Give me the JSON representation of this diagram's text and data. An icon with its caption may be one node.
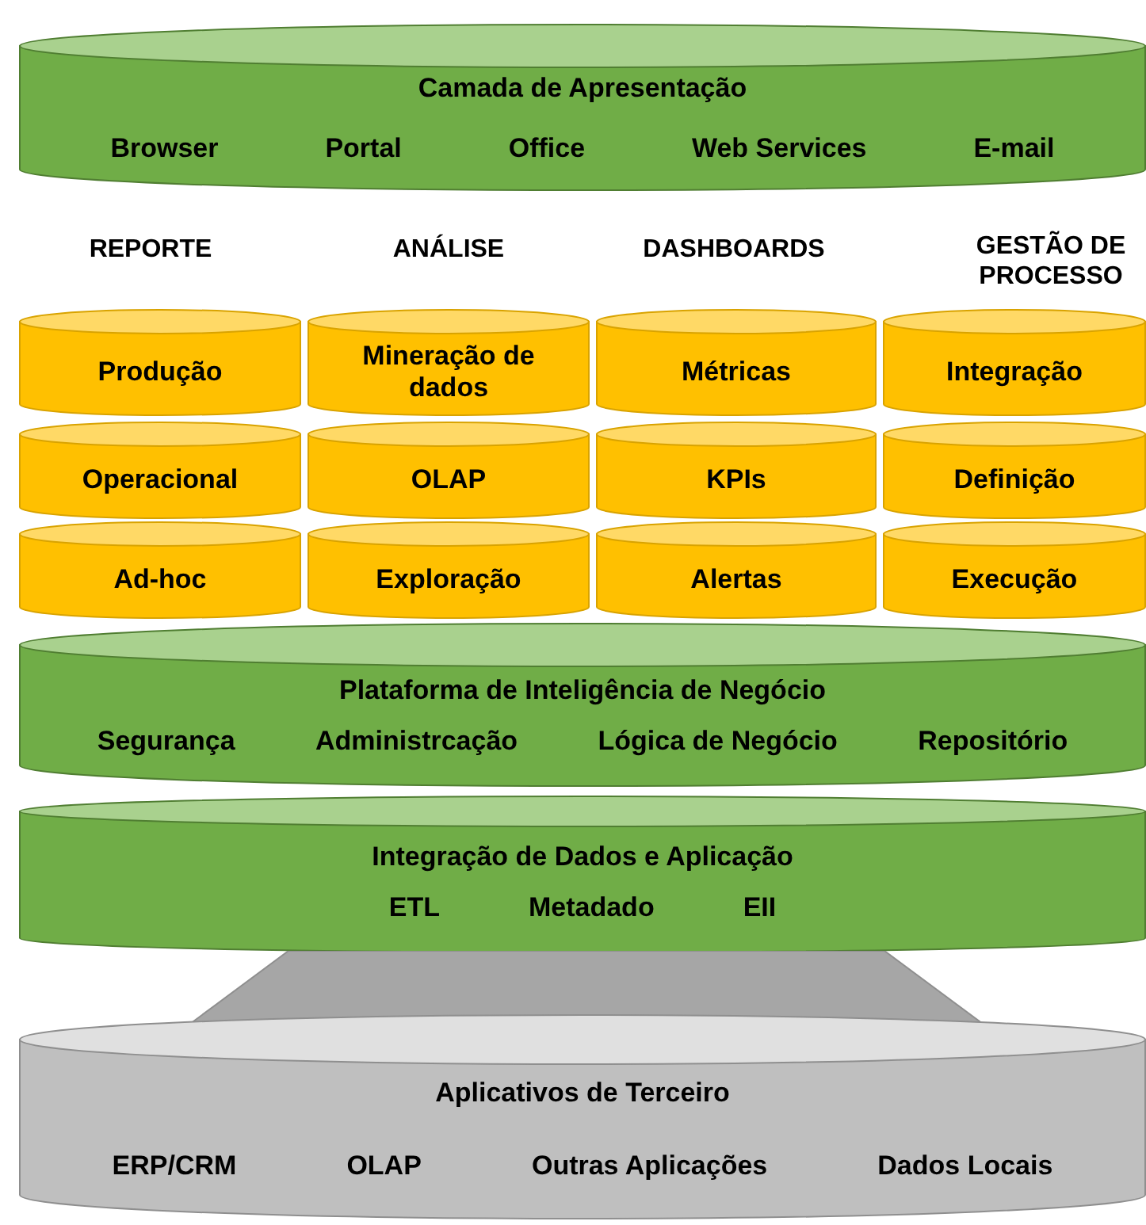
{
  "diagram": {
    "nodes": [
      {
        "text": [
          "Camada de Apresentação",
          "Browser",
          "Portal",
          "Office",
          "Web Services",
          "E-mail"
        ]
      },
      {
        "text": [
          "Produção"
        ]
      },
      {
        "text": [
          "Mineração de dados"
        ]
      },
      {
        "text": [
          "Métricas"
        ]
      },
      {
        "text": [
          "Integração"
        ]
      },
      {
        "text": [
          "Operacional"
        ]
      },
      {
        "text": [
          "OLAP"
        ]
      },
      {
        "text": [
          "KPIs"
        ]
      },
      {
        "text": [
          "Definição"
        ]
      },
      {
        "text": [
          "Ad-hoc"
        ]
      },
      {
        "text": [
          "Exploração"
        ]
      },
      {
        "text": [
          "Alertas"
        ]
      },
      {
        "text": [
          "Execução"
        ]
      },
      {
        "text": [
          "Plataforma de Inteligência de Negócio",
          "Segurança",
          "Administrcação",
          "Lógica de Negócio",
          "Repositório"
        ]
      },
      {
        "text": [
          "Integração de Dados e Aplicação",
          "ETL",
          "Metadado",
          "EII"
        ]
      },
      {
        "text": [],
        "shape": "trapezoid"
      },
      {
        "text": [
          "Aplicativos de Terceiro",
          "ERP/CRM",
          "OLAP",
          "Outras Aplicações",
          "Dados Locais"
        ]
      }
    ],
    "labels": [
      "REPORTE",
      "ANÁLISE",
      "DASHBOARDS",
      "GESTÃO DE PROCESSO"
    ]
  }
}
